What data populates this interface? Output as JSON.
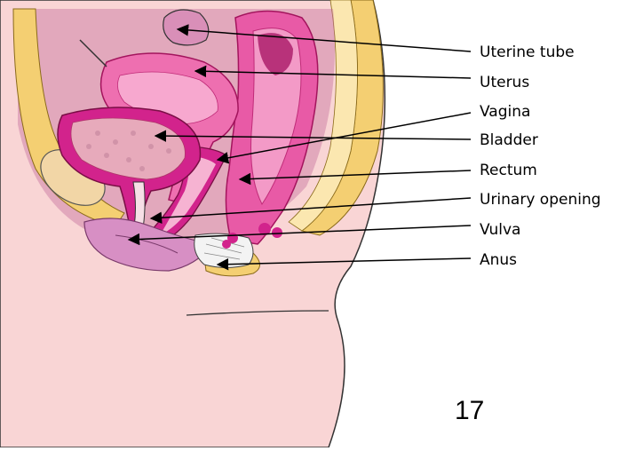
{
  "labels": {
    "uterine_tube": "Uterine tube",
    "uterus": "Uterus",
    "vagina": "Vagina",
    "bladder": "Bladder",
    "rectum": "Rectum",
    "urinary_opening": "Urinary opening",
    "vulva": "Vulva",
    "anus": "Anus"
  },
  "page_number": "17",
  "colors": {
    "skin": "#f9d5d5",
    "uterus": "#ee6fb0",
    "uterus_dark": "#d2238c",
    "rectum": "#e85aa6",
    "bladder_inner": "#e7aabb",
    "bone": "#f4cf72",
    "tissue": "#f6dfe6"
  }
}
